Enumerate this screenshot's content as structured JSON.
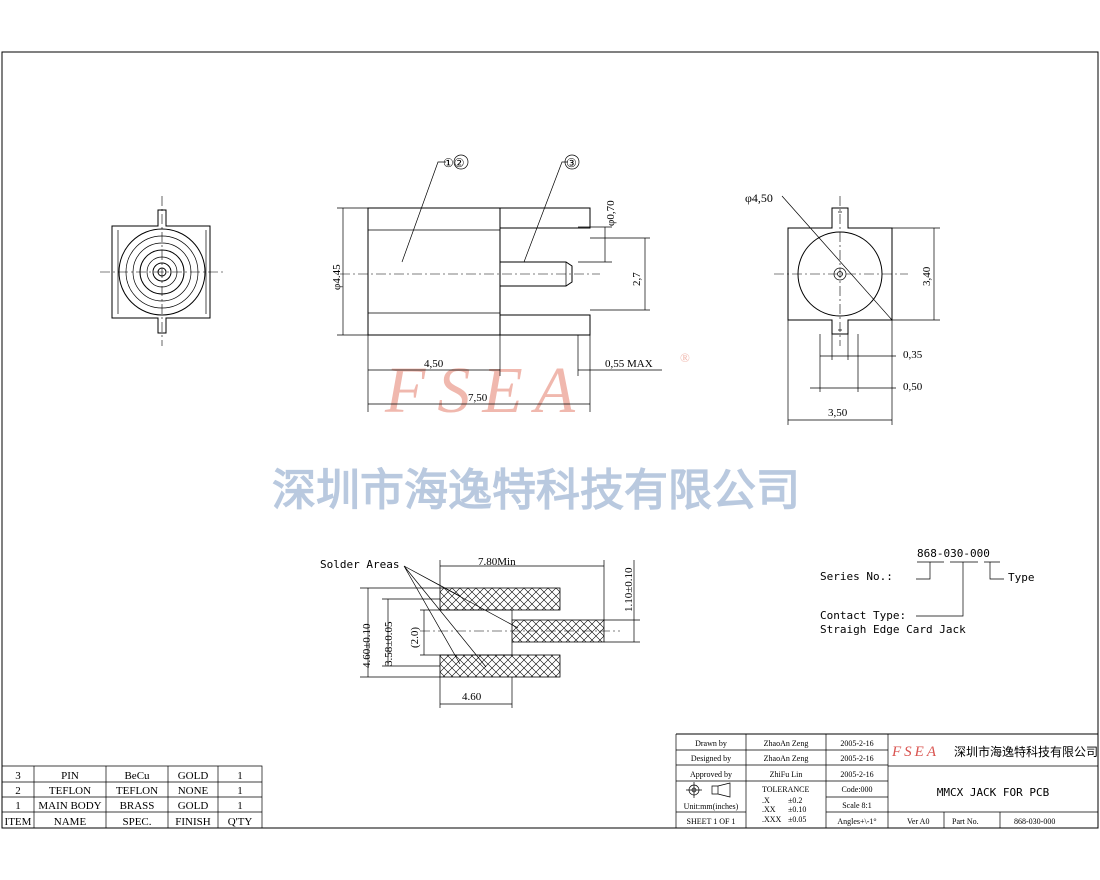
{
  "watermark": {
    "logo": "FSEA",
    "registered_mark": "®",
    "company_cn": "深圳市海逸特科技有限公司"
  },
  "drawing": {
    "balloon_12": "①②",
    "balloon_3": "③",
    "dim_phi_070": "φ0,70",
    "dim_phi_445": "φ4.45",
    "dim_27": "2,7",
    "dim_450_len": "4,50",
    "dim_055max": "0,55 MAX",
    "dim_750": "7,50",
    "dim_phi_450": "φ4,50",
    "dim_340": "3,40",
    "dim_035": "0,35",
    "dim_050": "0,50",
    "dim_350": "3,50",
    "solder_areas": "Solder Areas",
    "dim_780min": "7.80Min",
    "dim_110": "1.10±0.10",
    "dim_460_010": "4.60±0.10",
    "dim_358": "3.58±0.05",
    "dim_20": "(2.0)",
    "dim_460": "4.60"
  },
  "part_number": {
    "code": "868-030-000",
    "series_label": "Series No.:",
    "type_label": "Type",
    "contact_type_label": "Contact Type:",
    "contact_type_value": "Straigh Edge Card Jack"
  },
  "bom": {
    "headers": [
      "ITEM",
      "NAME",
      "SPEC.",
      "FINISH",
      "Q'TY"
    ],
    "rows": [
      [
        "3",
        "PIN",
        "BeCu",
        "GOLD",
        "1"
      ],
      [
        "2",
        "TEFLON",
        "TEFLON",
        "NONE",
        "1"
      ],
      [
        "1",
        "MAIN BODY",
        "BRASS",
        "GOLD",
        "1"
      ]
    ]
  },
  "title_block": {
    "drawn_label": "Drawn  by",
    "drawn_name": "ZhaoAn Zeng",
    "drawn_date": "2005-2-16",
    "designed_label": "Designed by",
    "designed_name": "ZhaoAn Zeng",
    "designed_date": "2005-2-16",
    "approved_label": "Approved by",
    "approved_name": "ZhiFu Lin",
    "approved_date": "2005-2-16",
    "units": "Unit:mm(inches)",
    "sheet": "SHEET 1 OF 1",
    "tolerance_title": "TOLERANCE",
    "tol_x": ".X",
    "tol_x_val": "±0.2",
    "tol_xx": ".XX",
    "tol_xx_val": "±0.10",
    "tol_xxx": ".XXX",
    "tol_xxx_val": "±0.05",
    "code": "Code:000",
    "scale": "Scale 8:1",
    "angles": "Angles+\\-1°",
    "logo": "FSEA",
    "company": "深圳市海逸特科技有限公司",
    "title": "MMCX JACK FOR PCB",
    "version": "Ver A0",
    "part_no_label": "Part No.",
    "part_no": "868-030-000"
  }
}
